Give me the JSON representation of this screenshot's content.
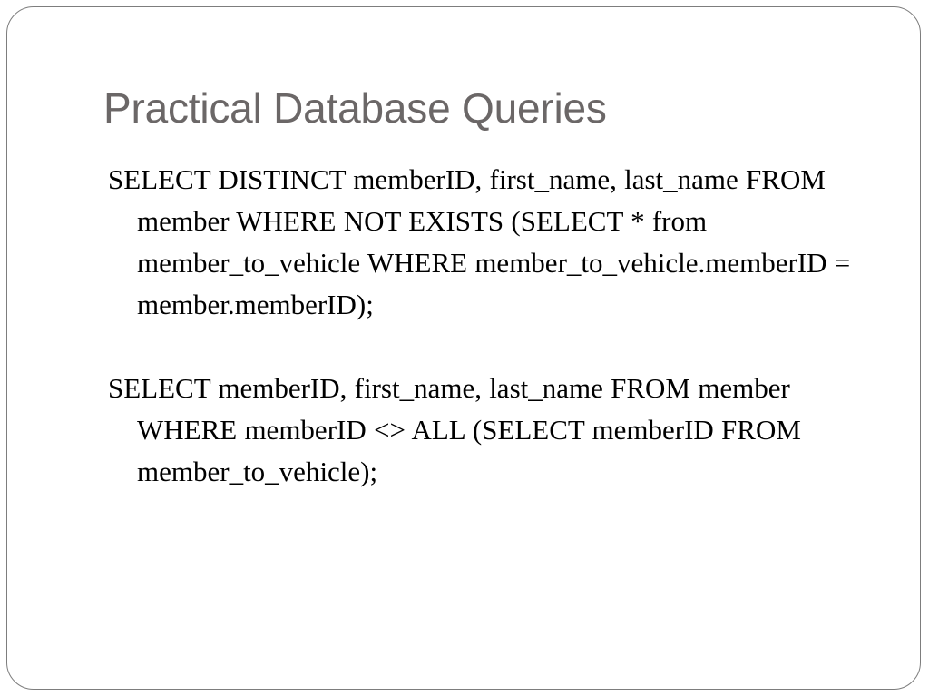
{
  "slide": {
    "title": "Practical Database Queries",
    "title_color": "#6b6767",
    "body_color": "#000000",
    "border_color": "#7d7d7d",
    "background_color": "#ffffff",
    "queries": [
      "SELECT DISTINCT memberID, first_name, last_name FROM member WHERE NOT EXISTS (SELECT * from member_to_vehicle WHERE member_to_vehicle.memberID = member.memberID);",
      "SELECT memberID, first_name, last_name FROM member WHERE memberID <> ALL (SELECT memberID FROM member_to_vehicle);"
    ]
  }
}
